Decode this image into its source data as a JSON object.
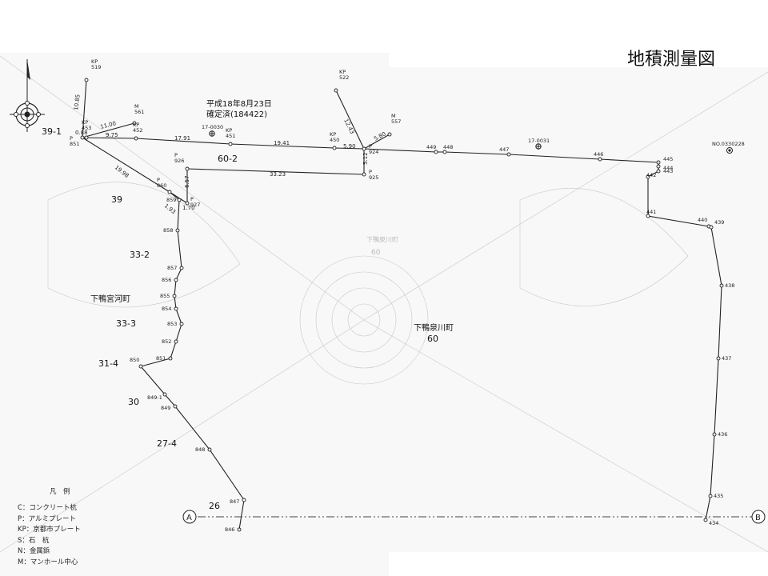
{
  "title": "地積測量図",
  "confirmation": {
    "date": "平成18年8月23日",
    "status": "確定済(184422)"
  },
  "ref_points": [
    {
      "id": "17-0030"
    },
    {
      "id": "17-0031"
    },
    {
      "id": "NO.0330228"
    }
  ],
  "towns": [
    {
      "name": "下鴨宮河町"
    },
    {
      "name": "下鴨泉川町"
    }
  ],
  "parcels": [
    {
      "no": "39-1"
    },
    {
      "no": "39"
    },
    {
      "no": "60-2"
    },
    {
      "no": "33-2"
    },
    {
      "no": "33-3"
    },
    {
      "no": "31-4"
    },
    {
      "no": "30"
    },
    {
      "no": "27-4"
    },
    {
      "no": "26"
    },
    {
      "no": "60"
    }
  ],
  "points": [
    {
      "id": "851",
      "prefix": "P"
    },
    {
      "id": "453",
      "prefix": "KP"
    },
    {
      "id": "452",
      "prefix": "KP"
    },
    {
      "id": "451",
      "prefix": "KP"
    },
    {
      "id": "450",
      "prefix": "KP"
    },
    {
      "id": "924",
      "prefix": "P"
    },
    {
      "id": "519",
      "prefix": "KP"
    },
    {
      "id": "561",
      "prefix": "M"
    },
    {
      "id": "522",
      "prefix": "KP"
    },
    {
      "id": "557",
      "prefix": "M"
    },
    {
      "id": "926",
      "prefix": "P"
    },
    {
      "id": "925",
      "prefix": "P"
    },
    {
      "id": "860",
      "prefix": "P"
    },
    {
      "id": "859",
      "prefix": ""
    },
    {
      "id": "927",
      "prefix": "P"
    },
    {
      "id": "858",
      "prefix": ""
    },
    {
      "id": "857",
      "prefix": ""
    },
    {
      "id": "856",
      "prefix": ""
    },
    {
      "id": "855",
      "prefix": ""
    },
    {
      "id": "854",
      "prefix": ""
    },
    {
      "id": "853",
      "prefix": ""
    },
    {
      "id": "852",
      "prefix": ""
    },
    {
      "id": "851",
      "prefix": ""
    },
    {
      "id": "850",
      "prefix": ""
    },
    {
      "id": "849-1",
      "prefix": ""
    },
    {
      "id": "849",
      "prefix": ""
    },
    {
      "id": "848",
      "prefix": ""
    },
    {
      "id": "847",
      "prefix": ""
    },
    {
      "id": "846",
      "prefix": ""
    },
    {
      "id": "449",
      "prefix": ""
    },
    {
      "id": "448",
      "prefix": ""
    },
    {
      "id": "447",
      "prefix": ""
    },
    {
      "id": "446",
      "prefix": ""
    },
    {
      "id": "445",
      "prefix": ""
    },
    {
      "id": "444",
      "prefix": ""
    },
    {
      "id": "443",
      "prefix": ""
    },
    {
      "id": "442",
      "prefix": ""
    },
    {
      "id": "441",
      "prefix": ""
    },
    {
      "id": "440",
      "prefix": ""
    },
    {
      "id": "439",
      "prefix": ""
    },
    {
      "id": "438",
      "prefix": ""
    },
    {
      "id": "437",
      "prefix": ""
    },
    {
      "id": "436",
      "prefix": ""
    },
    {
      "id": "435",
      "prefix": ""
    },
    {
      "id": "434",
      "prefix": ""
    }
  ],
  "distances": [
    "10.85",
    "0.88",
    "11.00",
    "9.75",
    "17.91",
    "19.41",
    "5.90",
    "5.80",
    "12.43",
    "5.12",
    "33.23",
    "19.98",
    "6.57",
    "1.93",
    "1.70"
  ],
  "axis": {
    "start": "A",
    "end": "B"
  },
  "watermark": {
    "parcel": "60",
    "town": "下鴨泉川町"
  },
  "legend": {
    "heading": "凡　例",
    "items": [
      "C：コンクリート杭",
      "P：アルミプレート",
      "KP：京都市プレート",
      "S：石　杭",
      "N：金属鋲",
      "M：マンホール中心"
    ]
  }
}
